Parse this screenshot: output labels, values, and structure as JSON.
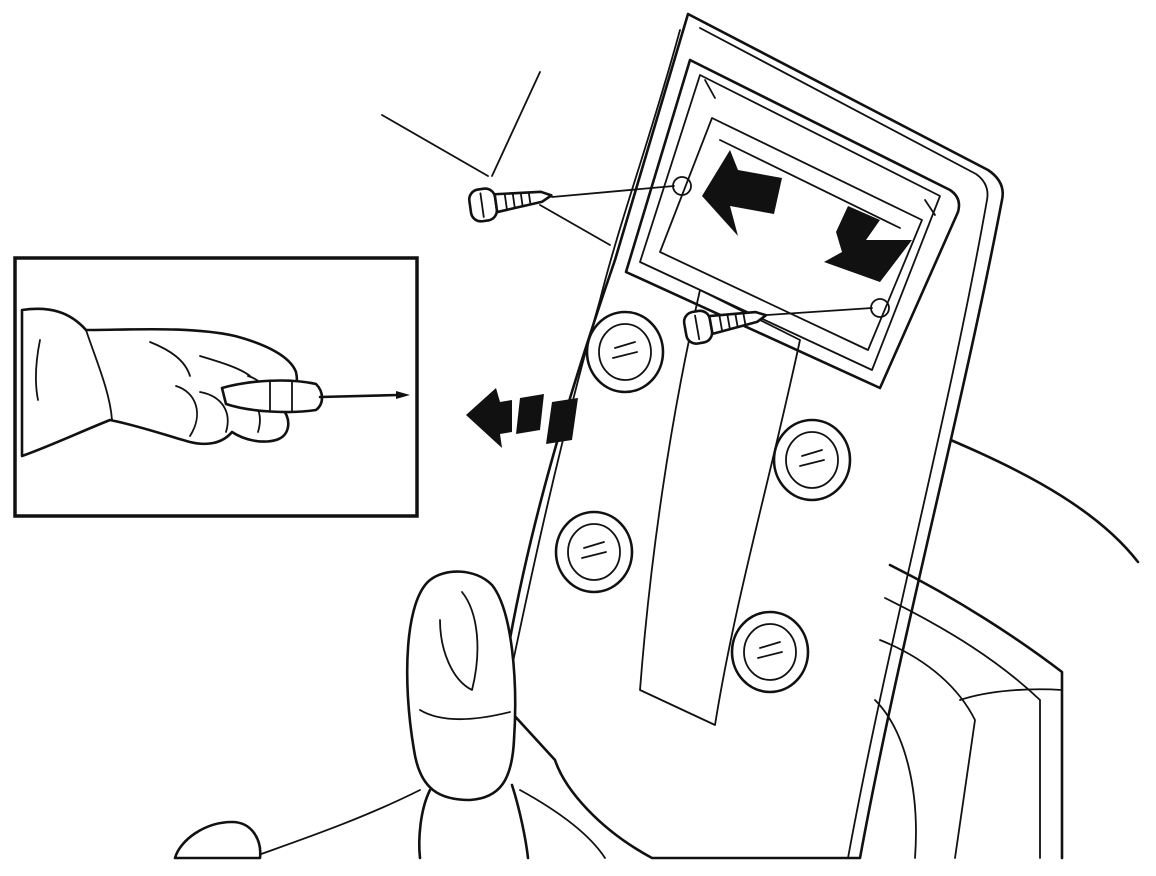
{
  "figure": {
    "subject": "console-trim-panel-removal",
    "colors": {
      "ink": "#111111",
      "background": "#ffffff"
    },
    "icons": [
      "screw-icon",
      "screwdriver-icon",
      "hand-icon",
      "direction-arrow-icon",
      "removal-arrow-icon",
      "gear-lever-icon",
      "control-knob-icon"
    ],
    "callouts": {
      "screws": 2,
      "knobs": 4,
      "movement_arrows": 2
    }
  }
}
